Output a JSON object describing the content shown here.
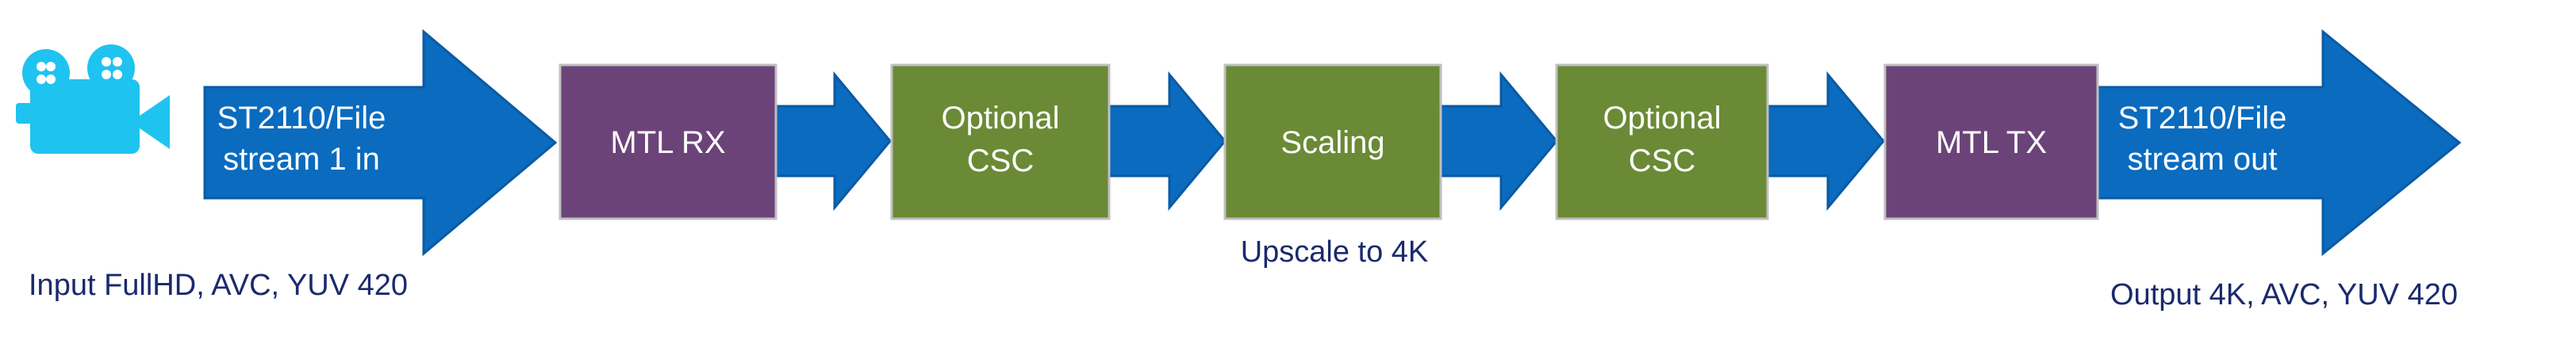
{
  "diagram": {
    "input_block": {
      "line1": "ST2110/File",
      "line2": "stream 1 in"
    },
    "mtl_rx": {
      "label": "MTL RX"
    },
    "csc1": {
      "line1": "Optional",
      "line2": "CSC"
    },
    "scaling": {
      "label": "Scaling"
    },
    "csc2": {
      "line1": "Optional",
      "line2": "CSC"
    },
    "mtl_tx": {
      "label": "MTL TX"
    },
    "output_block": {
      "line1": "ST2110/File",
      "line2": "stream out"
    },
    "caption_input": "Input FullHD, AVC, YUV 420",
    "caption_scaling": "Upscale to 4K",
    "caption_output": "Output 4K, AVC, YUV 420",
    "icon": "video-camera-icon",
    "colors": {
      "arrow": "#0a6bbf",
      "arrow_stroke": "#0b5aa3",
      "mtl_box": "#6b4379",
      "csc_box": "#6a8a35",
      "box_border": "#bfbfbf",
      "camera": "#1fc3f0",
      "caption": "#1a2a6c",
      "label_white": "#ffffff"
    }
  }
}
